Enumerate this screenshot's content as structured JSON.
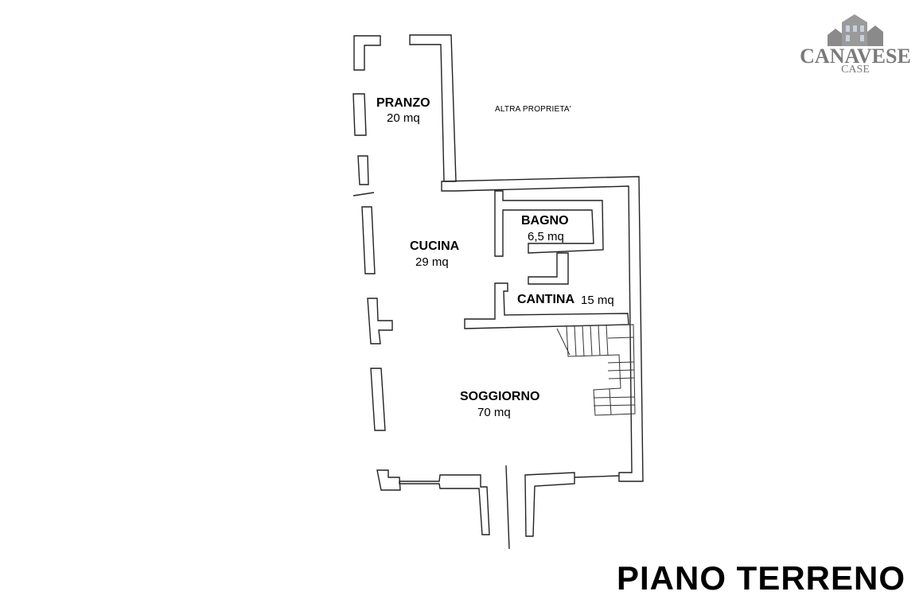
{
  "logo": {
    "brand": "CANAVESE",
    "sub": "CASE"
  },
  "note": "ALTRA PROPRIETA'",
  "rooms": [
    {
      "name": "PRANZO",
      "area": "20 mq"
    },
    {
      "name": "CUCINA",
      "area": "29 mq"
    },
    {
      "name": "BAGNO",
      "area": "6,5 mq"
    },
    {
      "name": "CANTINA",
      "area": "15 mq"
    },
    {
      "name": "SOGGIORNO",
      "area": "70 mq"
    }
  ],
  "title": "PIANO TERRENO"
}
